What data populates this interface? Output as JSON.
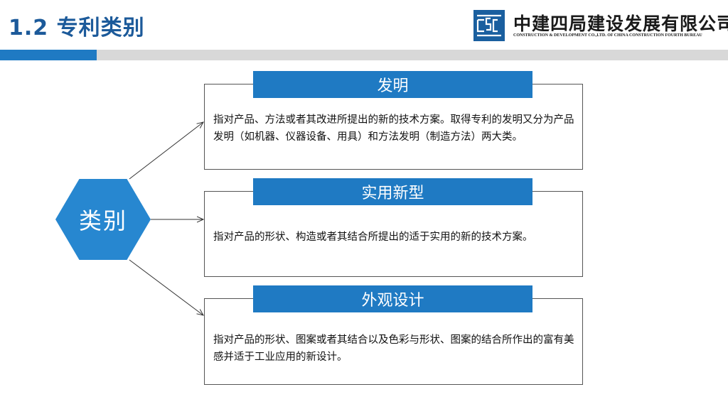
{
  "page": {
    "title": "1.2 专利类别"
  },
  "company": {
    "name": "中建四局建设发展有限公司",
    "subtitle": "CONSTRUCTION & DEVELOPMENT CO.,LTD. OF CHINA CONSTRUCTION FOURTH BUREAU",
    "logo_icon": "company-logo-icon"
  },
  "colors": {
    "title_blue": "#1c5a9a",
    "accent_blue": "#1f7ac3",
    "hexagon_blue": "#2787d0",
    "bar_gray": "#d8d8d8"
  },
  "diagram": {
    "center_label": "类别",
    "categories": [
      {
        "title": "发明",
        "description": "指对产品、方法或者其改进所提出的新的技术方案。取得专利的发明又分为产品发明（如机器、仪器设备、用具）和方法发明（制造方法）两大类。"
      },
      {
        "title": "实用新型",
        "description": "指对产品的形状、构造或者其结合所提出的适于实用的新的技术方案。"
      },
      {
        "title": "外观设计",
        "description": "指对产品的形状、图案或者其结合以及色彩与形状、图案的结合所作出的富有美感并适于工业应用的新设计。"
      }
    ]
  }
}
